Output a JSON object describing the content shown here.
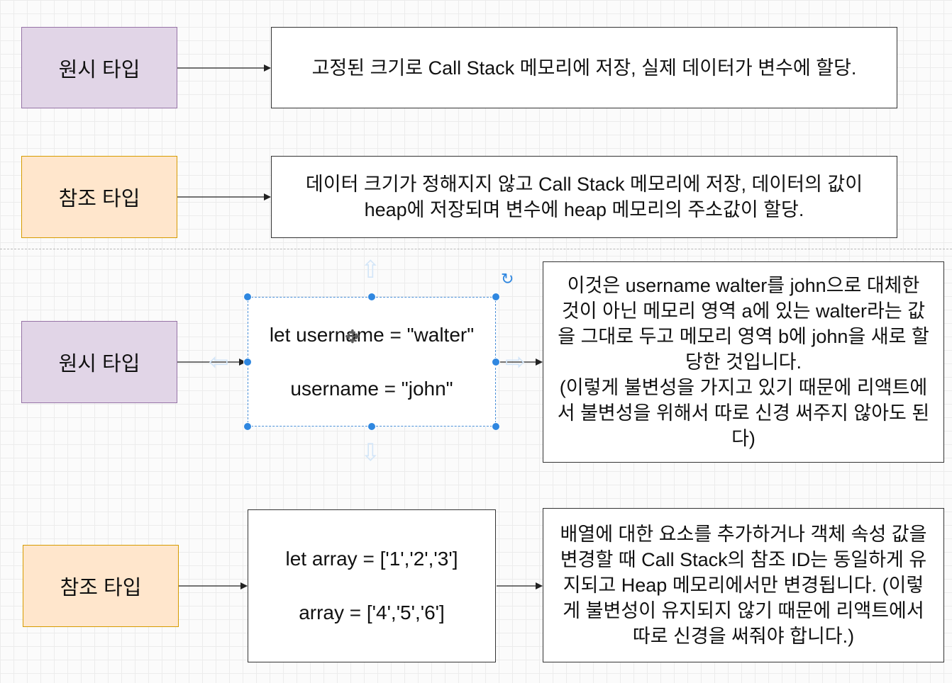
{
  "row1": {
    "type_label": "원시 타입",
    "description": "고정된 크기로 Call Stack 메모리에 저장, 실제 데이터가 변수에 할당."
  },
  "row2": {
    "type_label": "참조 타입",
    "description_line1": "데이터 크기가 정해지지 않고 Call Stack 메모리에 저장, 데이터의 값이",
    "description_line2": "heap에 저장되며 변수에 heap 메모리의 주소값이 할당."
  },
  "row3": {
    "type_label": "원시 타입",
    "code_line1": "let username = \"walter\"",
    "code_line2": "username = \"john\"",
    "description_lines": [
      "이것은 username walter를 john으로 대체한",
      "것이 아닌 메모리 영역 a에 있는 walter라는 값",
      "을 그대로 두고 메모리 영역 b에 john을 새로 할",
      "당한 것입니다.",
      "(이렇게 불변성을 가지고 있기 때문에 리액트에",
      "서 불변성을 위해서 따로 신경 써주지 않아도 된",
      "다)"
    ]
  },
  "row4": {
    "type_label": "참조 타입",
    "code_line1": "let array = ['1','2','3']",
    "code_line2": "array = ['4','5','6']",
    "description_lines": [
      "배열에 대한 요소를 추가하거나 객체 속성 값을",
      "변경할 때 Call Stack의 참조 ID는 동일하게 유",
      "지되고 Heap 메모리에서만 변경됩니다. (이렇",
      "게 불변성이 유지되지 않기 때문에 리액트에서",
      "따로 신경을 써줘야 합니다.)"
    ]
  },
  "colors": {
    "primitive_fill": "#e1d5e7",
    "primitive_stroke": "#9673a6",
    "reference_fill": "#ffe6cc",
    "reference_stroke": "#d79b00",
    "selection": "#2f87e0"
  },
  "icons": {
    "rotate": "rotate-icon",
    "move": "move-icon",
    "connector_arrows": "arrow-icon"
  }
}
